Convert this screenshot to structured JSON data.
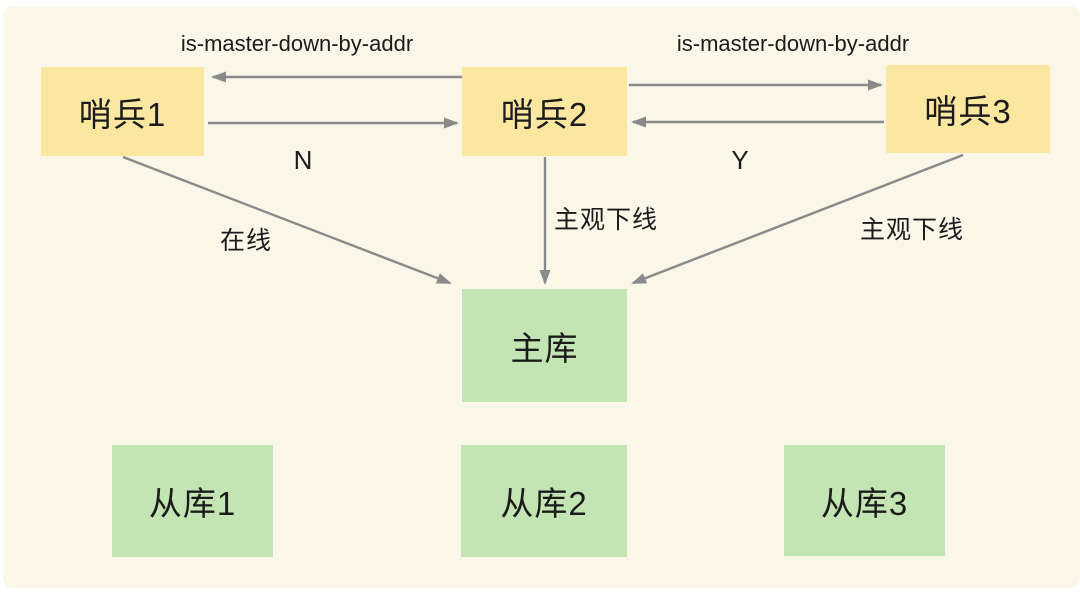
{
  "colors": {
    "page_bg": "#ffffff",
    "bg": "#faf7e9",
    "sentinel_fill": "#fce7a0",
    "db_fill": "#c3e5b4",
    "arrow": "#8a8a8a",
    "text": "#1b1b1b"
  },
  "nodes": {
    "sentinel1": "哨兵1",
    "sentinel2": "哨兵2",
    "sentinel3": "哨兵3",
    "master": "主库",
    "slave1": "从库1",
    "slave2": "从库2",
    "slave3": "从库3"
  },
  "edges": {
    "s2_to_s1_label": "is-master-down-by-addr",
    "s1_to_s2_label": "N",
    "s2_to_s3_label": "is-master-down-by-addr",
    "s3_to_s2_label": "Y",
    "s1_to_master_label": "在线",
    "s2_to_master_label": "主观下线",
    "s3_to_master_label": "主观下线"
  }
}
